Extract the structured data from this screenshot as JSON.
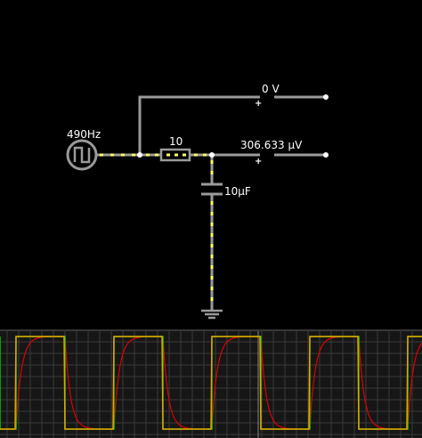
{
  "circuit": {
    "source_label": "490Hz",
    "resistor_label": "10",
    "capacitor_label": "10µF",
    "probe_top_label": "0 V",
    "probe_mid_label": "306.633 µV",
    "polarity_symbol": "+"
  },
  "colors": {
    "background": "#000000",
    "wire": "#9a9a9a",
    "current_dot": "#ffff66",
    "scope_bg": "#161616",
    "scope_grid": "#3a3a3a",
    "trace_input": "#00cc00",
    "trace_cap": "#dd0000",
    "trace_current": "#e8a000"
  },
  "scope": {
    "traces": [
      "input-voltage",
      "capacitor-voltage",
      "current"
    ]
  }
}
